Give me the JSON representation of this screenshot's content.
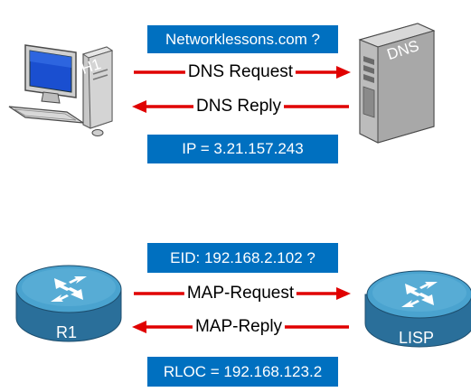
{
  "dns_section": {
    "query_box": "Networklessons.com ?",
    "request_label": "DNS Request",
    "reply_label": "DNS Reply",
    "answer_box": "IP = 3.21.157.243",
    "host_label": "H1",
    "server_label": "DNS"
  },
  "lisp_section": {
    "query_box": "EID: 192.168.2.102 ?",
    "request_label": "MAP-Request",
    "reply_label": "MAP-Reply",
    "answer_box": "RLOC = 192.168.123.2",
    "router_label": "R1",
    "mapserver_label": "LISP"
  },
  "colors": {
    "box_fill": "#0070c0",
    "arrow": "#e00000",
    "router_body": "#3a8fb7"
  },
  "icons": [
    "desktop-computer-icon",
    "server-icon",
    "router-icon",
    "router-icon"
  ]
}
